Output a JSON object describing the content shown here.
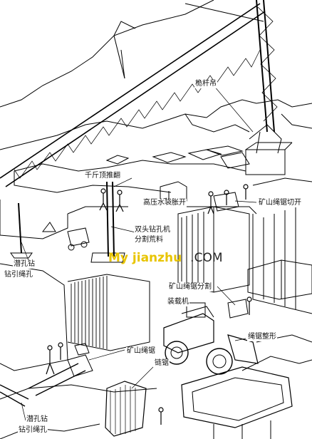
{
  "labels": {
    "crane": "桅杆吊",
    "jack": "千斤顶推翻",
    "airbag": "高压水袋胀开",
    "wire_saw_top": "矿山绳锯切开",
    "double_drill": "双头钻孔机",
    "split": "分割荒料",
    "dth_left": "潜孔钻",
    "guide_left": "钻引绳孔",
    "wire_saw_split": "矿山绳锯分割",
    "loader": "装载机",
    "shaping": "绳锯整形",
    "wire_saw_mid": "矿山绳锯",
    "chain_saw": "链锯",
    "dth_bottom": "潜孔钻",
    "guide_bottom": "钻引绳孔"
  },
  "watermark": {
    "prefix": "My jianzhu",
    "suffix": ".COM",
    "prefix_color": "#e8c400",
    "suffix_color": "#222222"
  }
}
